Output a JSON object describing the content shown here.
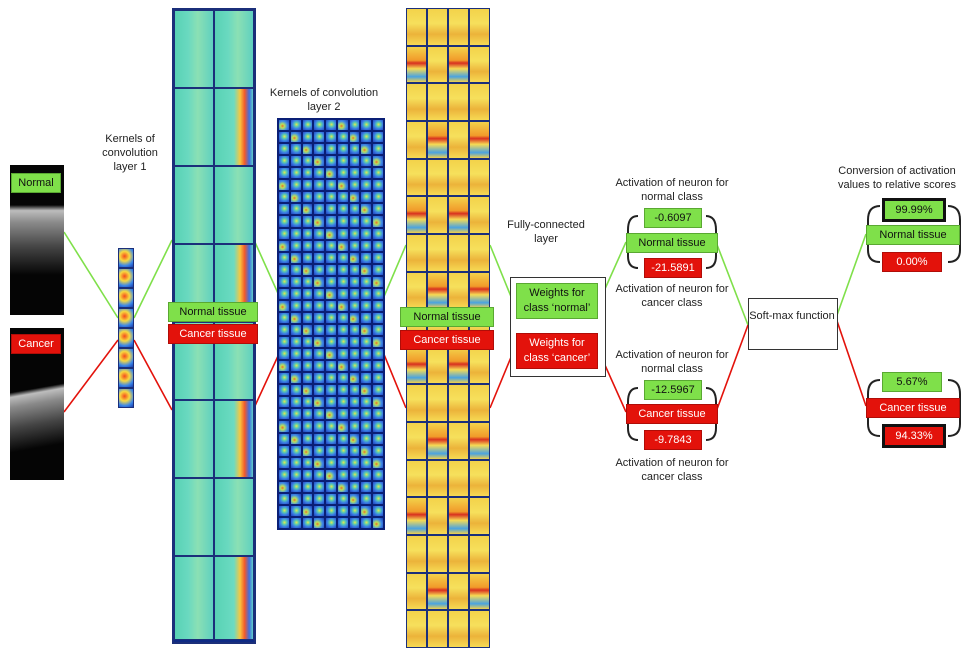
{
  "inputs": {
    "normal_label": "Normal",
    "cancer_label": "Cancer"
  },
  "labels": {
    "kernels1": "Kernels of convolution layer 1",
    "kernels2": "Kernels of convolution layer 2",
    "fc_layer": "Fully-connected layer",
    "softmax": "Soft-max function",
    "conversion": "Conversion of activation values  to relative scores"
  },
  "featuremaps1": {
    "normal_label": "Normal tissue",
    "cancer_label": "Cancer tissue"
  },
  "featuremaps2": {
    "normal_label": "Normal tissue",
    "cancer_label": "Cancer tissue"
  },
  "fc_weights": {
    "normal_label": "Weights for class ‘normal’",
    "cancer_label": "Weights for class ‘cancer’"
  },
  "activation_normal_case": {
    "top_caption": "Activation of neuron for normal class",
    "normal_value": "-0.6097",
    "class_label": "Normal tissue",
    "cancer_value": "-21.5891",
    "bottom_caption": "Activation of neuron for cancer class"
  },
  "activation_cancer_case": {
    "top_caption": "Activation of neuron for normal class",
    "normal_value": "-12.5967",
    "class_label": "Cancer tissue",
    "cancer_value": "-9.7843",
    "bottom_caption": "Activation of neuron for cancer class"
  },
  "scores_normal_case": {
    "normal_score": "99.99%",
    "class_label": "Normal tissue",
    "cancer_score": "0.00%"
  },
  "scores_cancer_case": {
    "normal_score": "5.67%",
    "class_label": "Cancer tissue",
    "cancer_score": "94.33%"
  },
  "colors": {
    "normal": "#7fe04a",
    "cancer": "#e3120b",
    "grid_border": "#1b2f7a"
  }
}
